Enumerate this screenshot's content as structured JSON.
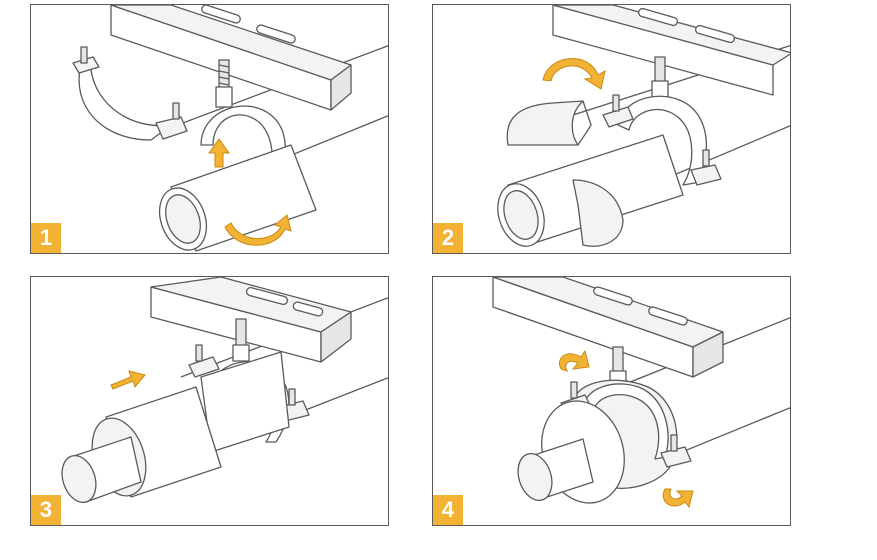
{
  "panels": [
    {
      "step": "1"
    },
    {
      "step": "2"
    },
    {
      "step": "3"
    },
    {
      "step": "4"
    }
  ],
  "colors": {
    "accent": "#f2b233",
    "line": "#5a5a5a",
    "fill": "#ffffff",
    "shade": "#e6e6e6"
  },
  "icons": [
    "clamp-bracket-icon",
    "pipe-icon",
    "rotate-arrow-icon",
    "up-arrow-icon",
    "insulation-shell-icon",
    "threaded-rod-icon"
  ]
}
